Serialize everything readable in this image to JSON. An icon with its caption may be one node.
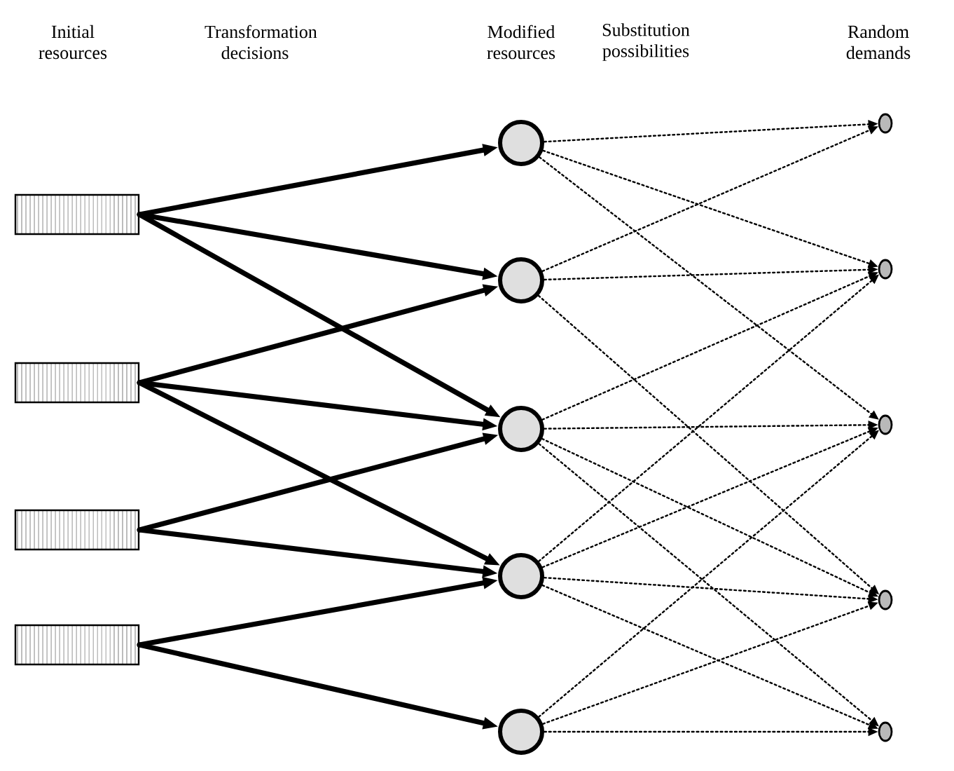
{
  "diagram": {
    "nodes": [
      {
        "text": [],
        "shape": "box"
      },
      {
        "text": [],
        "shape": "box"
      },
      {
        "text": [],
        "shape": "box"
      },
      {
        "text": [],
        "shape": "box"
      },
      {
        "text": [],
        "shape": "circle"
      },
      {
        "text": [],
        "shape": "circle"
      },
      {
        "text": [],
        "shape": "circle"
      },
      {
        "text": [],
        "shape": "circle"
      },
      {
        "text": [],
        "shape": "circle"
      },
      {
        "text": [],
        "shape": "circle"
      },
      {
        "text": [],
        "shape": "circle"
      },
      {
        "text": [],
        "shape": "circle"
      },
      {
        "text": [],
        "shape": "circle"
      },
      {
        "text": [],
        "shape": "circle"
      }
    ],
    "edges": [
      {
        "from": 0,
        "to": 4,
        "arrow": "to",
        "style": "thick"
      },
      {
        "from": 0,
        "to": 5,
        "arrow": "to",
        "style": "thick"
      },
      {
        "from": 0,
        "to": 6,
        "arrow": "to",
        "style": "thick"
      },
      {
        "from": 1,
        "to": 5,
        "arrow": "to",
        "style": "thick"
      },
      {
        "from": 1,
        "to": 6,
        "arrow": "to",
        "style": "thick"
      },
      {
        "from": 1,
        "to": 7,
        "arrow": "to",
        "style": "thick"
      },
      {
        "from": 2,
        "to": 6,
        "arrow": "to",
        "style": "thick"
      },
      {
        "from": 2,
        "to": 7,
        "arrow": "to",
        "style": "thick"
      },
      {
        "from": 3,
        "to": 7,
        "arrow": "to",
        "style": "thick"
      },
      {
        "from": 3,
        "to": 8,
        "arrow": "to",
        "style": "thick"
      },
      {
        "from": 4,
        "to": 9,
        "arrow": "to",
        "style": "dashed"
      },
      {
        "from": 4,
        "to": 10,
        "arrow": "to",
        "style": "dashed"
      },
      {
        "from": 4,
        "to": 11,
        "arrow": "to",
        "style": "dashed"
      },
      {
        "from": 5,
        "to": 9,
        "arrow": "to",
        "style": "dashed"
      },
      {
        "from": 5,
        "to": 10,
        "arrow": "to",
        "style": "dashed"
      },
      {
        "from": 5,
        "to": 12,
        "arrow": "to",
        "style": "dashed"
      },
      {
        "from": 6,
        "to": 10,
        "arrow": "to",
        "style": "dashed"
      },
      {
        "from": 6,
        "to": 11,
        "arrow": "to",
        "style": "dashed"
      },
      {
        "from": 6,
        "to": 12,
        "arrow": "to",
        "style": "dashed"
      },
      {
        "from": 6,
        "to": 13,
        "arrow": "to",
        "style": "dashed"
      },
      {
        "from": 7,
        "to": 10,
        "arrow": "to",
        "style": "dashed"
      },
      {
        "from": 7,
        "to": 11,
        "arrow": "to",
        "style": "dashed"
      },
      {
        "from": 7,
        "to": 12,
        "arrow": "to",
        "style": "dashed"
      },
      {
        "from": 7,
        "to": 13,
        "arrow": "to",
        "style": "dashed"
      },
      {
        "from": 8,
        "to": 11,
        "arrow": "to",
        "style": "dashed"
      },
      {
        "from": 8,
        "to": 12,
        "arrow": "to",
        "style": "dashed"
      },
      {
        "from": 8,
        "to": 13,
        "arrow": "to",
        "style": "dashed"
      }
    ],
    "labels": [
      "Initial resources",
      "Transformation decisions",
      "Modified resources",
      "Substitution possibilities",
      "Random demands"
    ]
  }
}
